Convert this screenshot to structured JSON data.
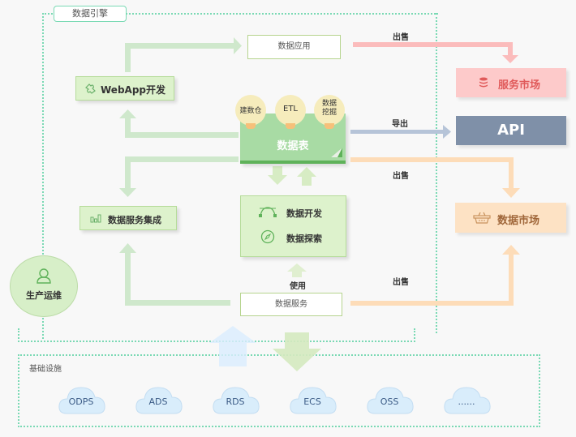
{
  "diagram": {
    "engine_tag": "数据引擎",
    "infrastructure_label": "基础设施",
    "nodes": {
      "webapp": {
        "label": "WebApp开发",
        "icon": "puzzle-icon"
      },
      "data_app": {
        "label": "数据应用"
      },
      "data_table": {
        "label": "数据表"
      },
      "bubbles": [
        "建数仓",
        "ETL",
        "数据挖掘"
      ],
      "data_integration": {
        "label": "数据服务集成",
        "icon": "bar-chart-icon"
      },
      "dev_explore": [
        {
          "label": "数据开发",
          "icon": "bezier-curve-icon"
        },
        {
          "label": "数据探索",
          "icon": "compass-icon"
        }
      ],
      "data_service": {
        "label": "数据服务"
      },
      "ops": {
        "label": "生产运维",
        "icon": "user-icon"
      },
      "service_market": {
        "label": "服务市场",
        "icon": "database-icon"
      },
      "api": {
        "label": "API"
      },
      "data_market": {
        "label": "数据市场",
        "icon": "basket-icon"
      }
    },
    "edge_labels": {
      "sell_top": "出售",
      "export": "导出",
      "sell_mid": "出售",
      "use": "使用",
      "sell_bottom": "出售"
    },
    "infrastructure": [
      "ODPS",
      "ADS",
      "RDS",
      "ECS",
      "OSS",
      "......"
    ],
    "colors": {
      "green_arrow": "#cfe8cc",
      "pink_arrow": "#fbbcbc",
      "blue_arrow": "#b6c4d8",
      "orange_arrow": "#fddcb8",
      "service_market_bg": "#fdcaca",
      "service_market_text": "#e05a5a",
      "api_bg": "#7f90a8",
      "data_market_bg": "#fde2c4",
      "data_market_text": "#a0673a",
      "frame_dots": "#7ad9b4"
    }
  }
}
